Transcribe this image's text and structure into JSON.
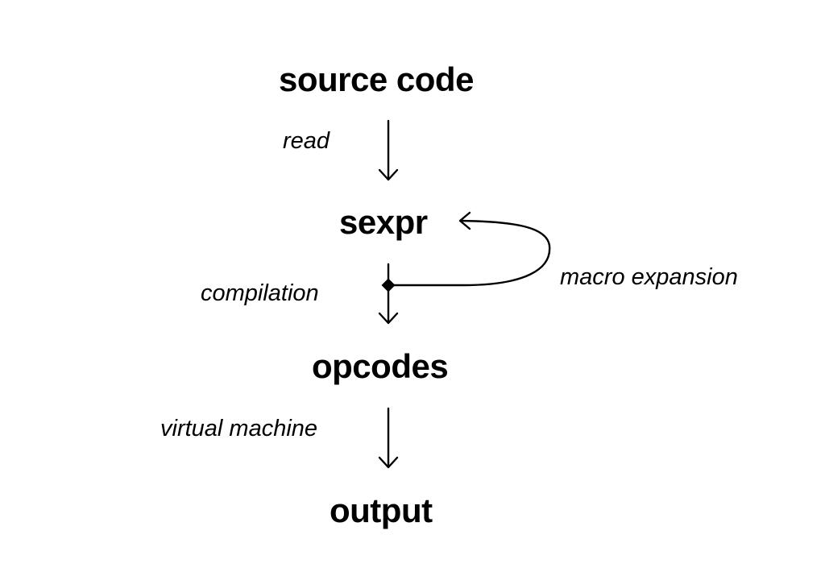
{
  "nodes": {
    "source_code": "source code",
    "sexpr": "sexpr",
    "opcodes": "opcodes",
    "output": "output"
  },
  "edges": {
    "read": "read",
    "compilation": "compilation",
    "macro_expansion": "macro expansion",
    "virtual_machine": "virtual machine"
  },
  "colors": {
    "ink": "#000000",
    "background": "#ffffff"
  }
}
